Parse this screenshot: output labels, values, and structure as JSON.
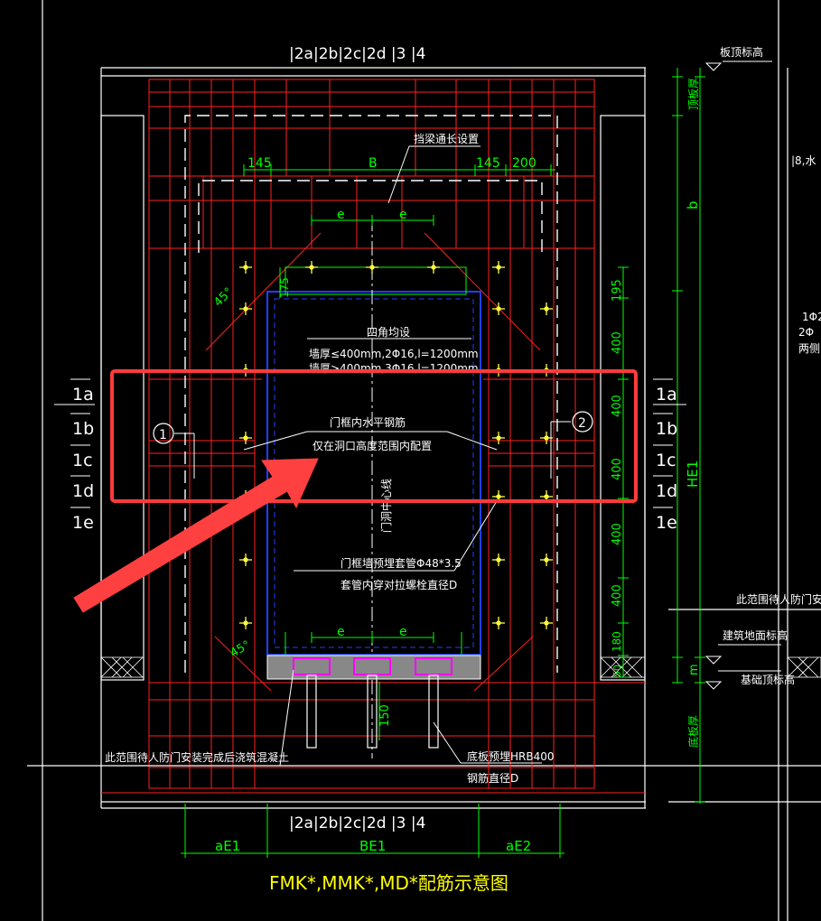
{
  "drawing": {
    "title": "FMK*,MMK*,MD*配筋示意图",
    "column_labels_top": "|2a|2b|2c|2d  |3  |4",
    "column_labels_bottom": "|2a|2b|2c|2d  |3  |4",
    "left_refs": [
      "1a",
      "1b",
      "1c",
      "1d",
      "1e"
    ],
    "right_refs": [
      "1a",
      "1b",
      "1c",
      "1d",
      "1e"
    ],
    "callouts": [
      "1",
      "2"
    ],
    "notes": {
      "lintel_length": "挡梁通长设置",
      "four_corners_title": "四角均设",
      "four_corners_line1": "墙厚≤400mm,2Φ16,l=1200mm",
      "four_corners_line2": "墙厚>400mm,3Φ16,l=1200mm",
      "frame_horizontal_bar": "门框内水平钢筋",
      "frame_horizontal_scope": "仅在洞口高度范围内配置",
      "frame_sleeve": "门框墙预埋套管Φ48*3.5",
      "sleeve_bolt": "套管内穿对拉螺栓直径D",
      "bottom_embed": "底板预埋HRB400",
      "bottom_bar_dia": "钢筋直径D",
      "pour_after_install": "此范围待人防门安装完成后浇筑混凝土",
      "door_centerline": "门洞中心线",
      "slab_top_elev": "板顶标高",
      "finish_floor_elev": "建筑地面标高",
      "foundation_top_elev": "基础顶标高",
      "right_edge_text": "此范围待人防门安装后",
      "right_top_partial": "|8,水",
      "right_mid_partial_1": "1Φ2",
      "right_mid_partial_2": "2Φ",
      "right_mid_partial_3": "两侧"
    },
    "dims": {
      "d145a": "145",
      "dB": "B",
      "d145b": "145",
      "d200": "200",
      "e1": "e",
      "e2": "e",
      "e3": "e",
      "e4": "e",
      "d175": "175",
      "d195": "195",
      "d400a": "400",
      "d400b": "400",
      "d400c": "400",
      "d400d": "400",
      "d400e": "400",
      "d180": "180",
      "d50": "50",
      "d150": "150",
      "angle1": "45°",
      "angle2": "45°",
      "aE1": "aE1",
      "BE1": "BE1",
      "aE2": "aE2",
      "HE1": "HE1",
      "b": "b",
      "m": "m",
      "wall_thk": "顶板厚",
      "bottom_thk": "底板厚"
    }
  },
  "colors": {
    "background": "#000000",
    "rebar": "#ff2020",
    "dimension": "#00ff00",
    "text": "#ffffff",
    "title": "#ffff00",
    "door": "#2040ff",
    "highlight": "#ff3b3b",
    "embed": "#ff00ff"
  }
}
